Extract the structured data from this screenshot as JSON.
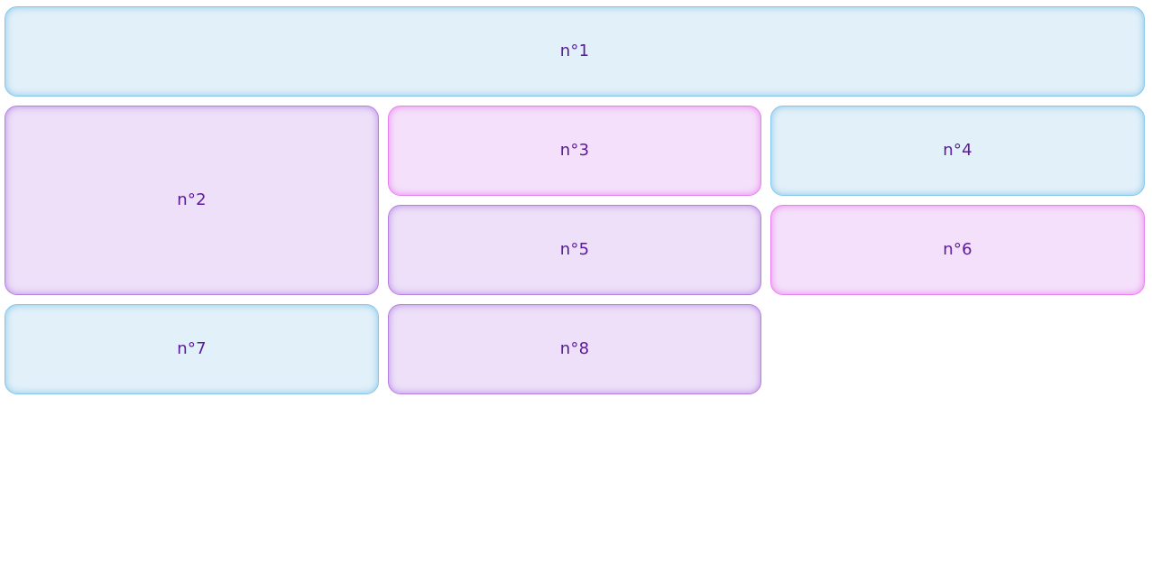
{
  "tiles": [
    {
      "label": "n°1",
      "color": "#e2f0f9"
    },
    {
      "label": "n°2",
      "color": "#ede0f8"
    },
    {
      "label": "n°3",
      "color": "#f4e0fa"
    },
    {
      "label": "n°4",
      "color": "#e2f0f9"
    },
    {
      "label": "n°5",
      "color": "#ede0f8"
    },
    {
      "label": "n°6",
      "color": "#f4e0fa"
    },
    {
      "label": "n°7",
      "color": "#e2f0f9"
    },
    {
      "label": "n°8",
      "color": "#ede0f8"
    }
  ],
  "text_color": "#5a1a9a"
}
